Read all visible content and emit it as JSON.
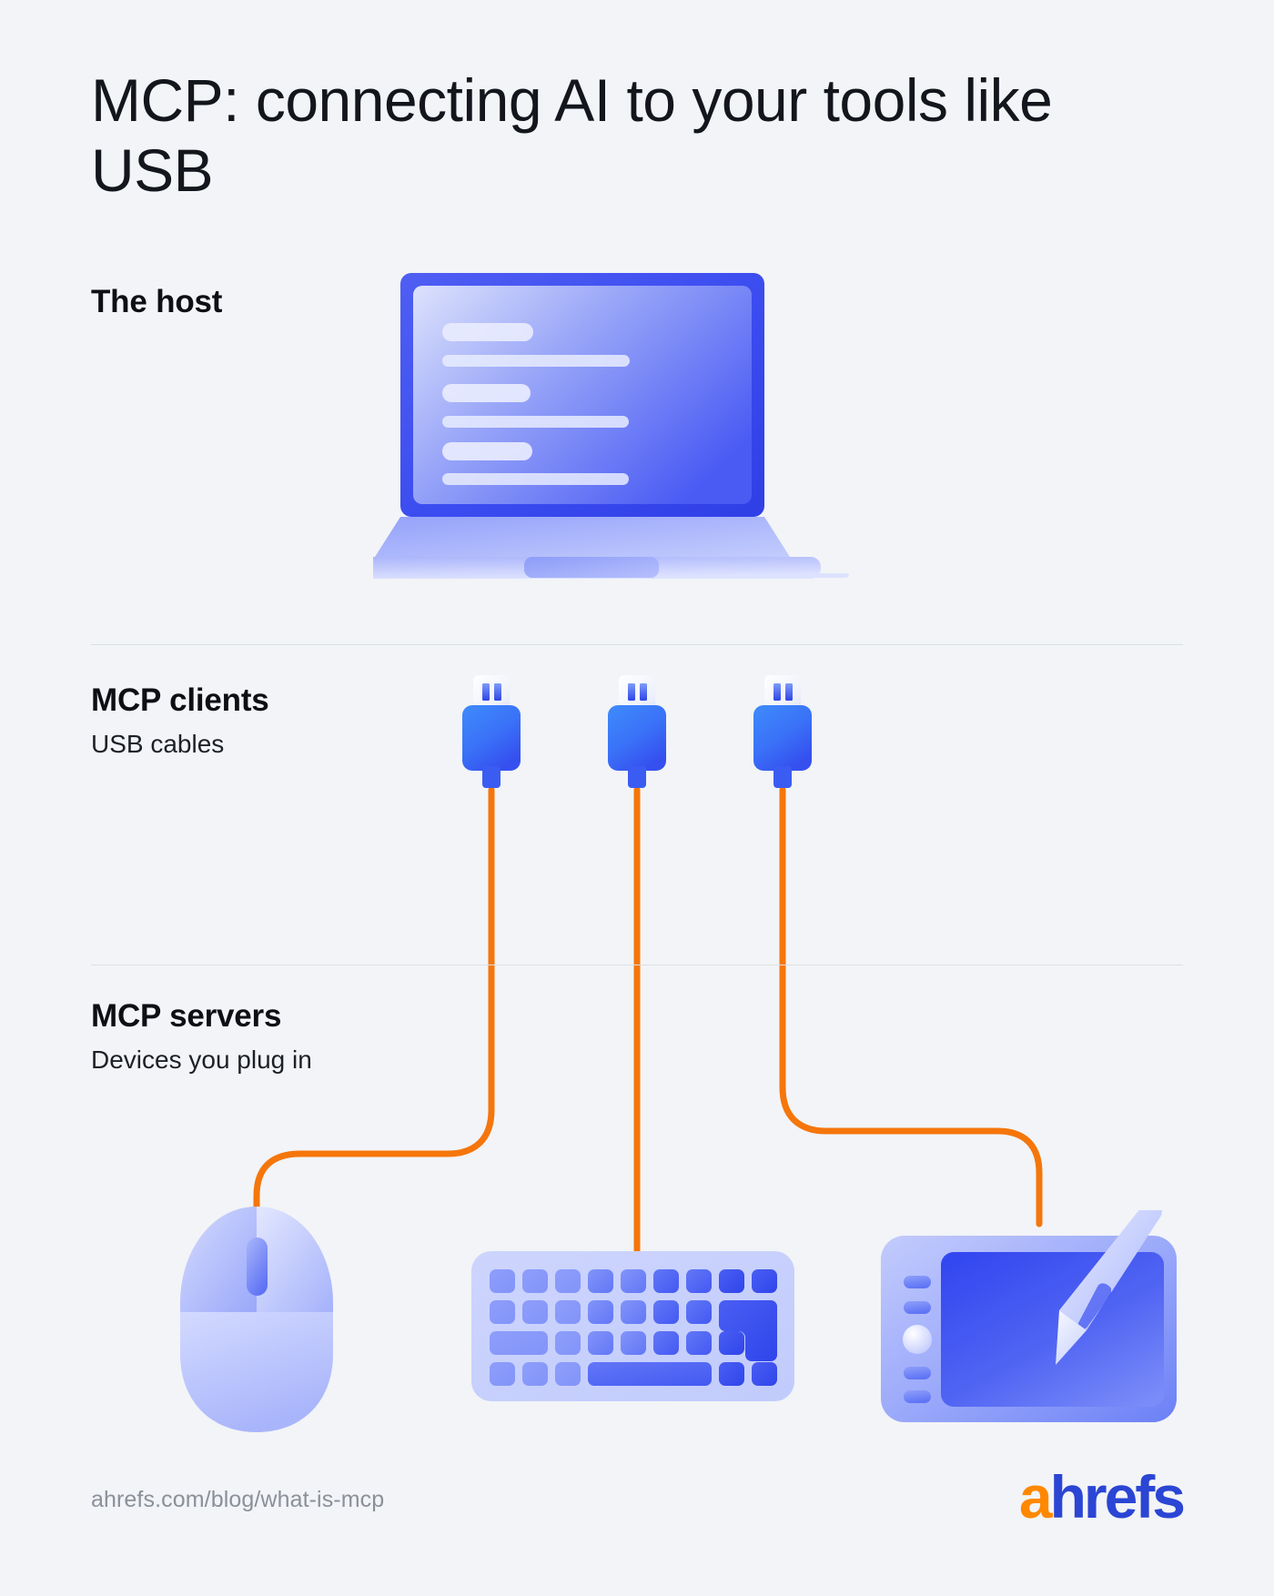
{
  "title": "MCP: connecting AI to your tools like USB",
  "sections": [
    {
      "id": "host",
      "head": "The host",
      "sub": ""
    },
    {
      "id": "clients",
      "head": "MCP clients",
      "sub": "USB cables"
    },
    {
      "id": "servers",
      "head": "MCP servers",
      "sub": "Devices you plug in"
    }
  ],
  "host": {
    "head": "The host",
    "device": "laptop",
    "screen_lines": 6
  },
  "clients": {
    "head": "MCP clients",
    "sub": "USB cables",
    "connector_count": 3,
    "connector": "usb-plug"
  },
  "servers": {
    "head": "MCP servers",
    "sub": "Devices you plug in",
    "devices": [
      "mouse",
      "keyboard",
      "drawing-tablet"
    ]
  },
  "footer": {
    "url": "ahrefs.com/blog/what-is-mcp",
    "logo_a": "a",
    "logo_rest": "hrefs"
  },
  "colors": {
    "background": "#f2f4f7",
    "title_text": "#13161c",
    "muted_text": "#8b9099",
    "divider": "#dcdfe4",
    "cable_orange": "#f5760b",
    "blue_dark": "#2f43e8",
    "blue_mid": "#5a6cf5",
    "blue_light": "#c3cbfb",
    "brand_orange": "#ff8800",
    "brand_blue": "#2b45d4"
  }
}
